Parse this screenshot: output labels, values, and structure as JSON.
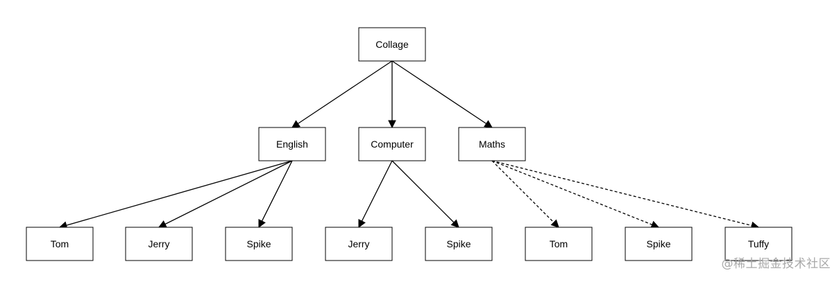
{
  "nodes": {
    "collage": "Collage",
    "english": "English",
    "computer": "Computer",
    "maths": "Maths",
    "english_tom": "Tom",
    "english_jerry": "Jerry",
    "english_spike": "Spike",
    "computer_jerry": "Jerry",
    "computer_spike": "Spike",
    "maths_tom": "Tom",
    "maths_spike": "Spike",
    "maths_tuffy": "Tuffy"
  },
  "edges": [
    {
      "from": "collage",
      "to": "english",
      "style": "solid"
    },
    {
      "from": "collage",
      "to": "computer",
      "style": "solid"
    },
    {
      "from": "collage",
      "to": "maths",
      "style": "solid"
    },
    {
      "from": "english",
      "to": "english_tom",
      "style": "solid"
    },
    {
      "from": "english",
      "to": "english_jerry",
      "style": "solid"
    },
    {
      "from": "english",
      "to": "english_spike",
      "style": "solid"
    },
    {
      "from": "computer",
      "to": "computer_jerry",
      "style": "solid"
    },
    {
      "from": "computer",
      "to": "computer_spike",
      "style": "solid"
    },
    {
      "from": "maths",
      "to": "maths_tom",
      "style": "dashed"
    },
    {
      "from": "maths",
      "to": "maths_spike",
      "style": "dashed"
    },
    {
      "from": "maths",
      "to": "maths_tuffy",
      "style": "dashed"
    }
  ],
  "watermark": "@稀土掘金技术社区",
  "colors": {
    "stroke": "#000000",
    "background": "#ffffff",
    "watermark": "#a8a8a8"
  }
}
